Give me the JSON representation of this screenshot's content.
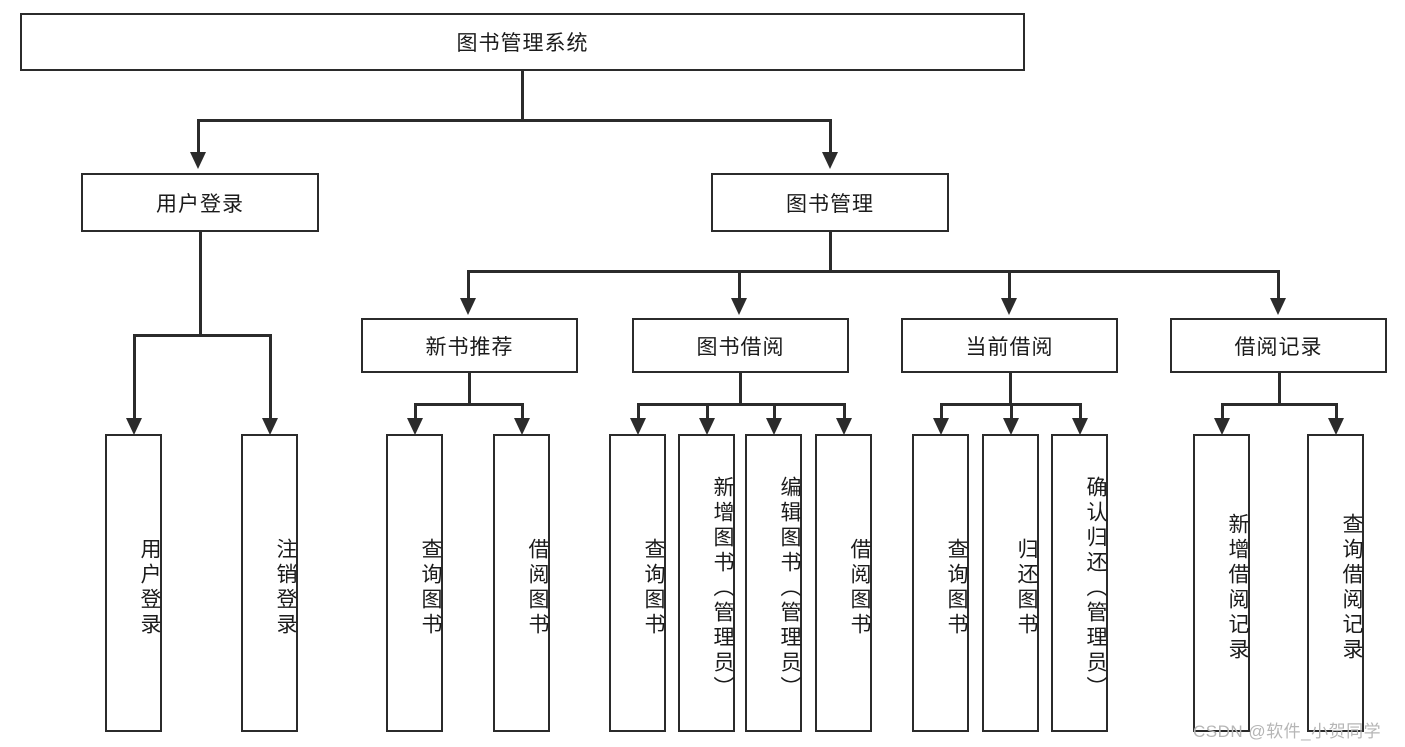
{
  "diagram": {
    "title": "图书管理系统",
    "root": {
      "label": "图书管理系统"
    },
    "level1": [
      {
        "label": "用户登录"
      },
      {
        "label": "图书管理"
      }
    ],
    "level2": [
      {
        "label": "新书推荐"
      },
      {
        "label": "图书借阅"
      },
      {
        "label": "当前借阅"
      },
      {
        "label": "借阅记录"
      }
    ],
    "leaves": {
      "user_login": [
        {
          "label": "用户登录"
        },
        {
          "label": "注销登录"
        }
      ],
      "new_book_recommend": [
        {
          "label": "查询图书"
        },
        {
          "label": "借阅图书"
        }
      ],
      "book_borrow": [
        {
          "label": "查询图书"
        },
        {
          "label": "新增图书（管理员）"
        },
        {
          "label": "编辑图书（管理员）"
        },
        {
          "label": "借阅图书"
        }
      ],
      "current_borrow": [
        {
          "label": "查询图书"
        },
        {
          "label": "归还图书"
        },
        {
          "label": "确认归还（管理员）"
        }
      ],
      "borrow_record": [
        {
          "label": "新增借阅记录"
        },
        {
          "label": "查询借阅记录"
        }
      ]
    }
  },
  "watermark": {
    "text": "CSDN @软件_小贺同学"
  },
  "colors": {
    "stroke": "#2b2b2b",
    "background": "#ffffff",
    "text": "#1b1b1b",
    "watermark": "#b6b6b6"
  }
}
